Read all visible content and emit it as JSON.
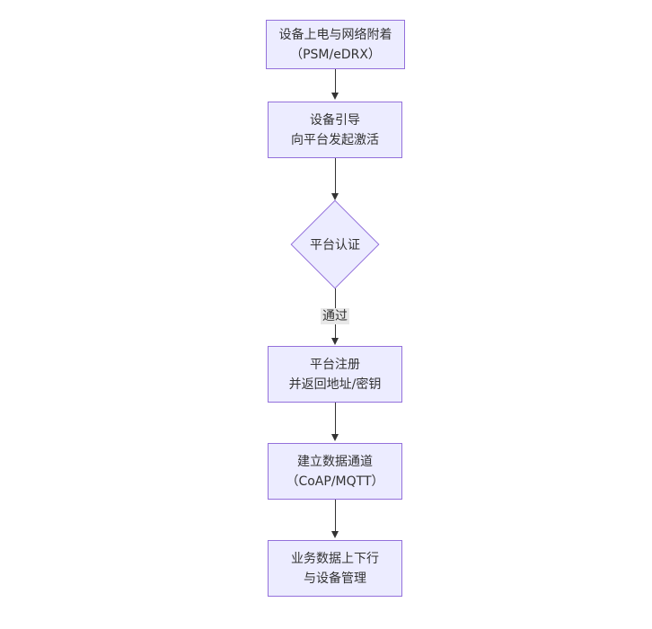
{
  "diagram": {
    "type": "flowchart",
    "direction": "top-down",
    "colors": {
      "node_fill": "#ECECFF",
      "node_border": "#9370DB",
      "text": "#333333",
      "edge": "#333333",
      "edge_label_bg": "#e8e8e8",
      "background": "#ffffff"
    },
    "nodes": [
      {
        "id": "power-attach",
        "shape": "rect",
        "lines": [
          "设备上电与网络附着",
          "（PSM/eDRX）"
        ]
      },
      {
        "id": "bootstrap",
        "shape": "rect",
        "lines": [
          "设备引导",
          "向平台发起激活"
        ]
      },
      {
        "id": "auth",
        "shape": "diamond",
        "lines": [
          "平台认证"
        ]
      },
      {
        "id": "register",
        "shape": "rect",
        "lines": [
          "平台注册",
          "并返回地址/密钥"
        ]
      },
      {
        "id": "data-channel",
        "shape": "rect",
        "lines": [
          "建立数据通道",
          "（CoAP/MQTT）"
        ]
      },
      {
        "id": "business-data",
        "shape": "rect",
        "lines": [
          "业务数据上下行",
          "与设备管理"
        ]
      }
    ],
    "edges": [
      {
        "from": "power-attach",
        "to": "bootstrap",
        "label": ""
      },
      {
        "from": "bootstrap",
        "to": "auth",
        "label": ""
      },
      {
        "from": "auth",
        "to": "register",
        "label": "通过"
      },
      {
        "from": "register",
        "to": "data-channel",
        "label": ""
      },
      {
        "from": "data-channel",
        "to": "business-data",
        "label": ""
      }
    ]
  }
}
